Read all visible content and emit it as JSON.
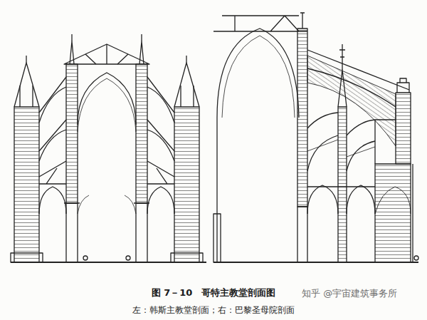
{
  "diagram": {
    "caption": "图 7－10　哥特主教堂剖面图",
    "labels": [
      "左：韩斯主教堂剖面；右：巴黎圣母院剖面",
      "知乎 @宇宙建筑事务所"
    ]
  }
}
